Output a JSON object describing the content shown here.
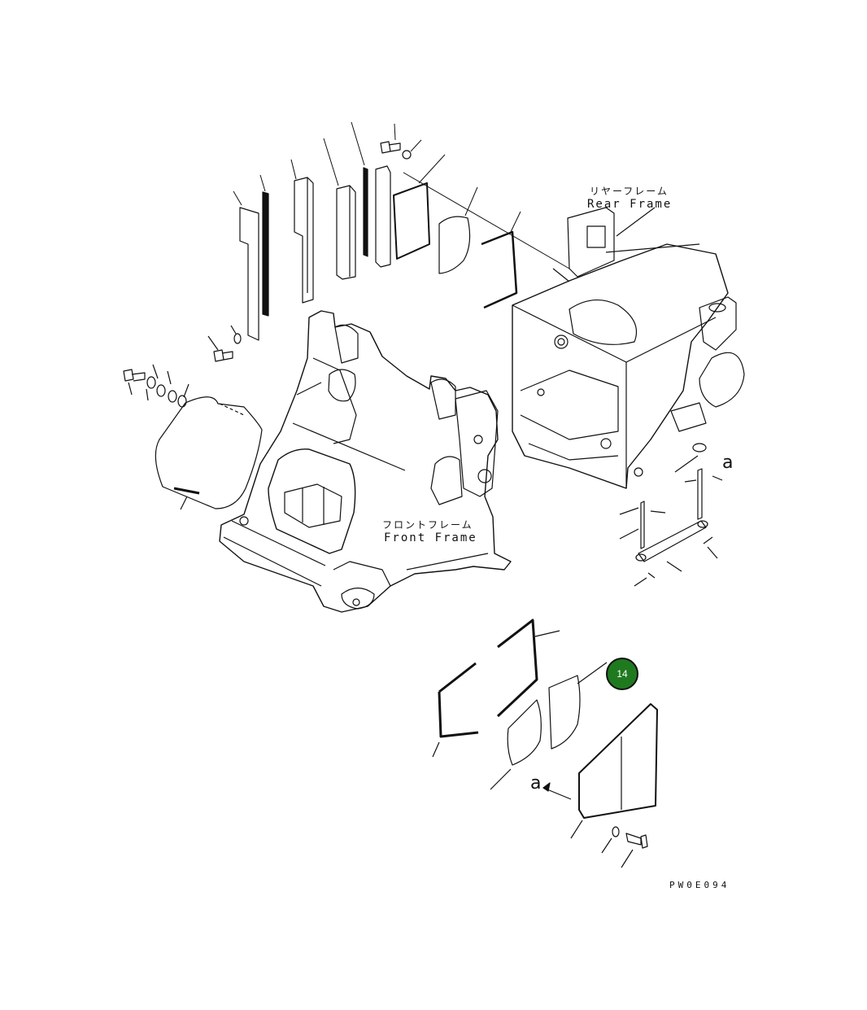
{
  "labels": {
    "rear_frame_jp": "リヤーフレーム",
    "rear_frame_en": "Rear Frame",
    "front_frame_jp": "フロントフレーム",
    "front_frame_en": "Front Frame",
    "view_marker": "a",
    "view_marker_2": "a",
    "drawing_code": "PW0E094"
  },
  "callouts": [
    {
      "number": "14",
      "color": "#1f7a1f"
    }
  ]
}
